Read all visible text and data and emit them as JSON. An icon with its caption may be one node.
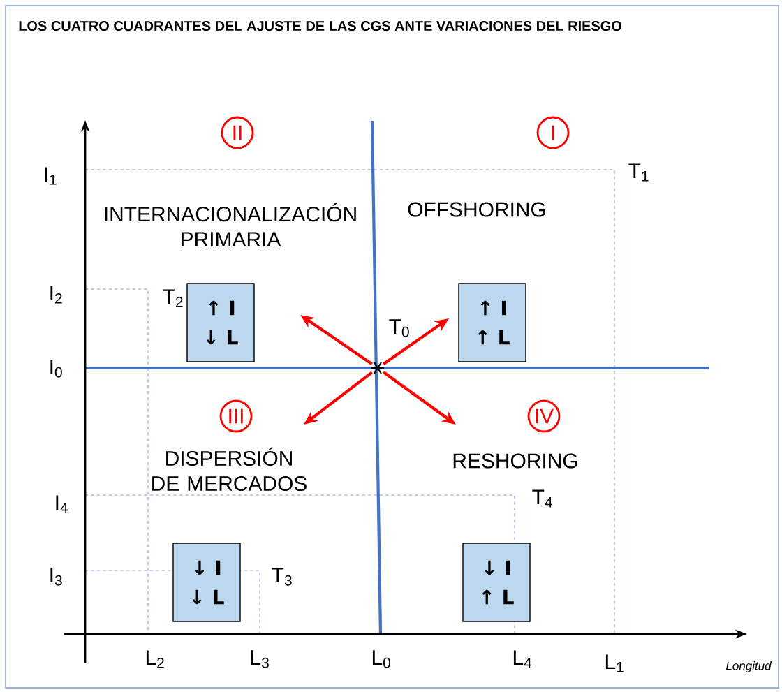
{
  "diagram": {
    "title": "LOS CUATRO CUADRANTES DEL AJUSTE DE LAS CGS ANTE VARIACIONES DEL RIESGO",
    "nodes": [
      {
        "text": [
          "II"
        ]
      },
      {
        "text": [
          "I"
        ]
      },
      {
        "text": [
          "↑ I",
          "↓ L"
        ]
      },
      {
        "text": [],
        "shape": "asterisk",
        "beside": [
          "T$_{0}$"
        ]
      },
      {
        "text": [
          "↑ I",
          "↑ L"
        ]
      },
      {
        "text": [
          "III"
        ]
      },
      {
        "text": [
          "IV"
        ]
      },
      {
        "text": [
          "↓ I",
          "↓ L"
        ]
      },
      {
        "text": [
          "↓ I",
          "↑ L"
        ]
      }
    ],
    "edges": [
      {
        "from": 3,
        "to": null,
        "arrow": "to",
        "color": "#ff0000"
      },
      {
        "from": 3,
        "to": null,
        "arrow": "to",
        "color": "#ff0000"
      },
      {
        "from": 3,
        "to": null,
        "arrow": "to",
        "color": "#ff0000"
      },
      {
        "from": 3,
        "to": null,
        "arrow": "to",
        "color": "#ff0000"
      }
    ],
    "labels": [
      "I$_{1}$",
      "T$_{1}$",
      "INTERNACIONALIZACIÓN PRIMARIA",
      "OFFSHORING",
      "I$_{2}$",
      "T$_{2}$",
      "I$_{0}$",
      "DISPERSIÓN DE MERCADOS",
      "RESHORING",
      "I$_{4}$",
      "T$_{4}$",
      "I$_{3}$",
      "T$_{3}$",
      "L$_{2}$",
      "L$_{3}$",
      "L$_{0}$",
      "L$_{4}$",
      "L$_{1}$",
      "Longitud"
    ]
  }
}
